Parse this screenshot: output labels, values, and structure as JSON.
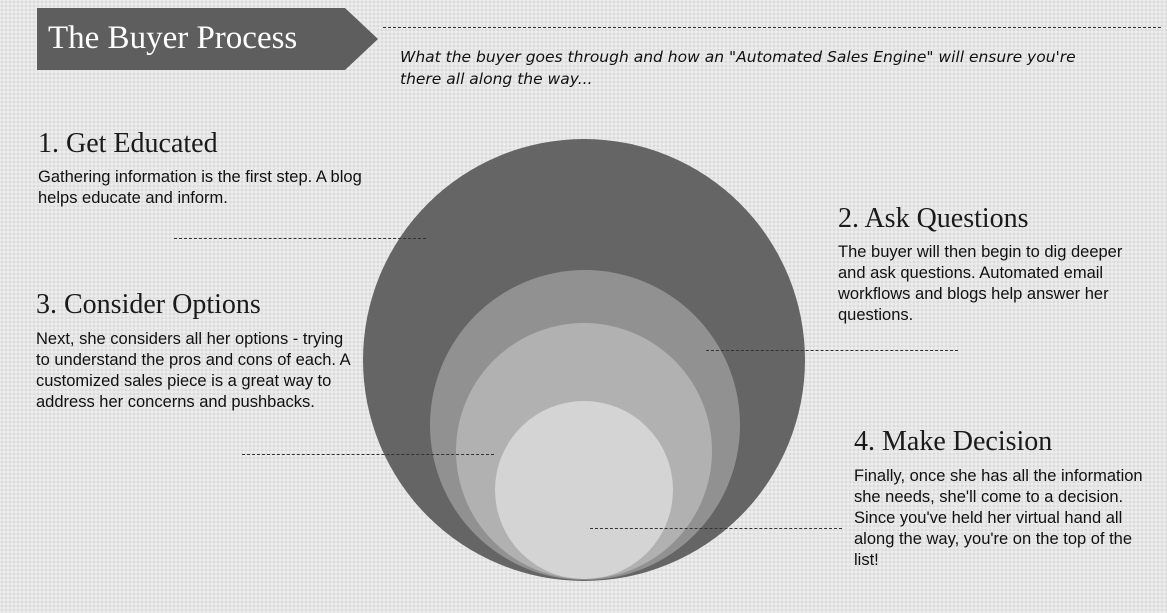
{
  "header": {
    "title": "The Buyer Process",
    "subtitle": "What the buyer goes through and how an \"Automated Sales Engine\" will ensure you're there all along the way..."
  },
  "steps": [
    {
      "title": "1. Get Educated",
      "description": "Gathering information is the first step. A blog helps educate and inform."
    },
    {
      "title": "2. Ask Questions",
      "description": "The buyer will then begin to dig deeper and ask questions. Automated email workflows and blogs help answer her questions."
    },
    {
      "title": "3. Consider Options",
      "description": "Next, she considers all her options - trying to understand the pros and cons of each. A customized sales piece is a great way to address her concerns and pushbacks."
    },
    {
      "title": "4. Make Decision",
      "description": "Finally, once she has all the information she needs, she'll come to a decision. Since you've held her virtual hand all along the way, you're on the top of the list!"
    }
  ],
  "colors": {
    "banner": "#5e5e5e",
    "circle_outer": "#656565",
    "circle_second": "#919191",
    "circle_third": "#b1b1b1",
    "circle_inner": "#d4d4d4"
  }
}
